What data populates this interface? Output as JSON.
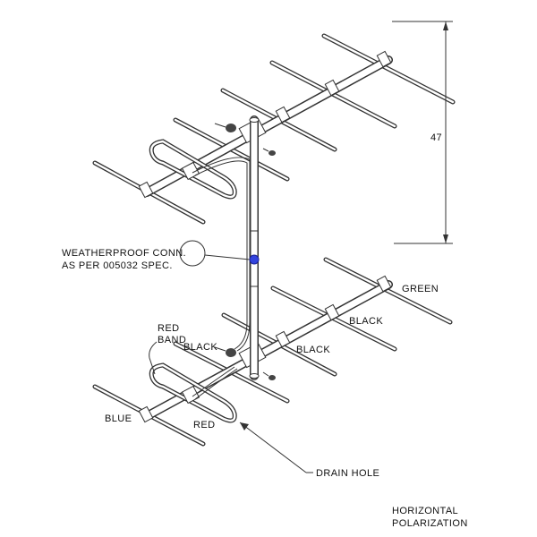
{
  "labels": {
    "dimension": "47",
    "weatherproof_line1": "WEATHERPROOF CONN.",
    "weatherproof_line2": "AS PER 005032 SPEC.",
    "green": "GREEN",
    "black_1": "BLACK",
    "black_2": "BLACK",
    "black_3": "BLACK",
    "red_band_line1": "RED",
    "red_band_line2": "BAND",
    "blue": "BLUE",
    "red": "RED",
    "drain_hole": "DRAIN HOLE",
    "polarization_line1": "HORIZONTAL",
    "polarization_line2": "POLARIZATION"
  },
  "colors": {
    "line": "#333333",
    "connector": "#2233cc"
  }
}
